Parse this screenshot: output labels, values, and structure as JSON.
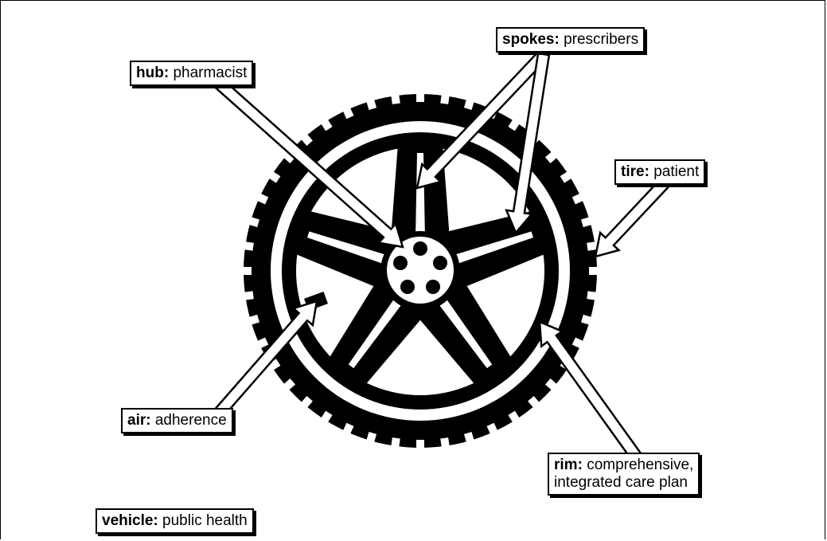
{
  "colors": {
    "ink": "#000000",
    "paper": "#ffffff"
  },
  "labels": {
    "spokes": {
      "key": "spokes:",
      "value": "prescribers"
    },
    "hub": {
      "key": "hub:",
      "value": "pharmacist"
    },
    "tire": {
      "key": "tire:",
      "value": "patient"
    },
    "air": {
      "key": "air:",
      "value": "adherence"
    },
    "rim": {
      "key": "rim:",
      "value": "comprehensive,",
      "value_line2": "integrated care plan"
    },
    "vehicle": {
      "key": "vehicle:",
      "value": "public health"
    }
  }
}
